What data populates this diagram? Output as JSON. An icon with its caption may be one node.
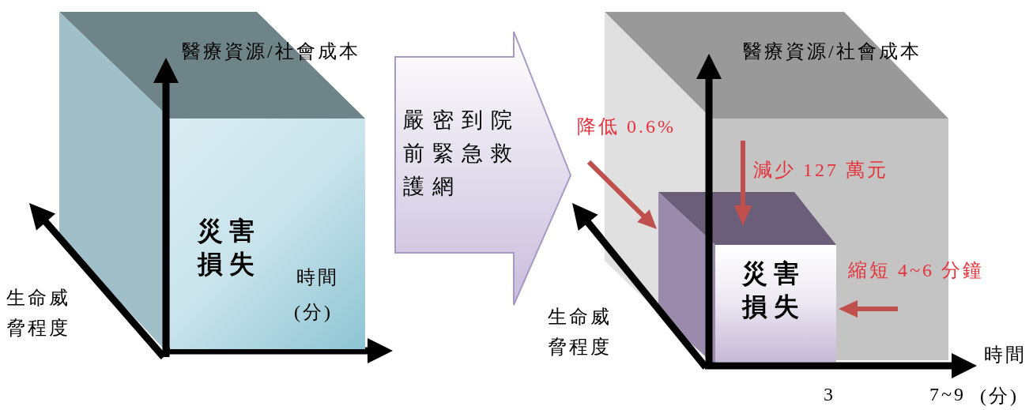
{
  "diagram": {
    "nodes": [
      {
        "text": [
          "災害損失"
        ]
      },
      {
        "text": [
          "嚴密到院前緊急救護網"
        ]
      },
      {
        "text": [
          "災害損失"
        ]
      }
    ],
    "labels": [
      "醫療資源/社會成本",
      "時間",
      "(分)",
      "生命威脅程度",
      "醫療資源/社會成本",
      "降低 0.6%",
      "減少 127 萬元",
      "縮短 4~6 分鐘",
      "生命威脅程度",
      "時間",
      "3",
      "7~9",
      "(分)"
    ]
  }
}
